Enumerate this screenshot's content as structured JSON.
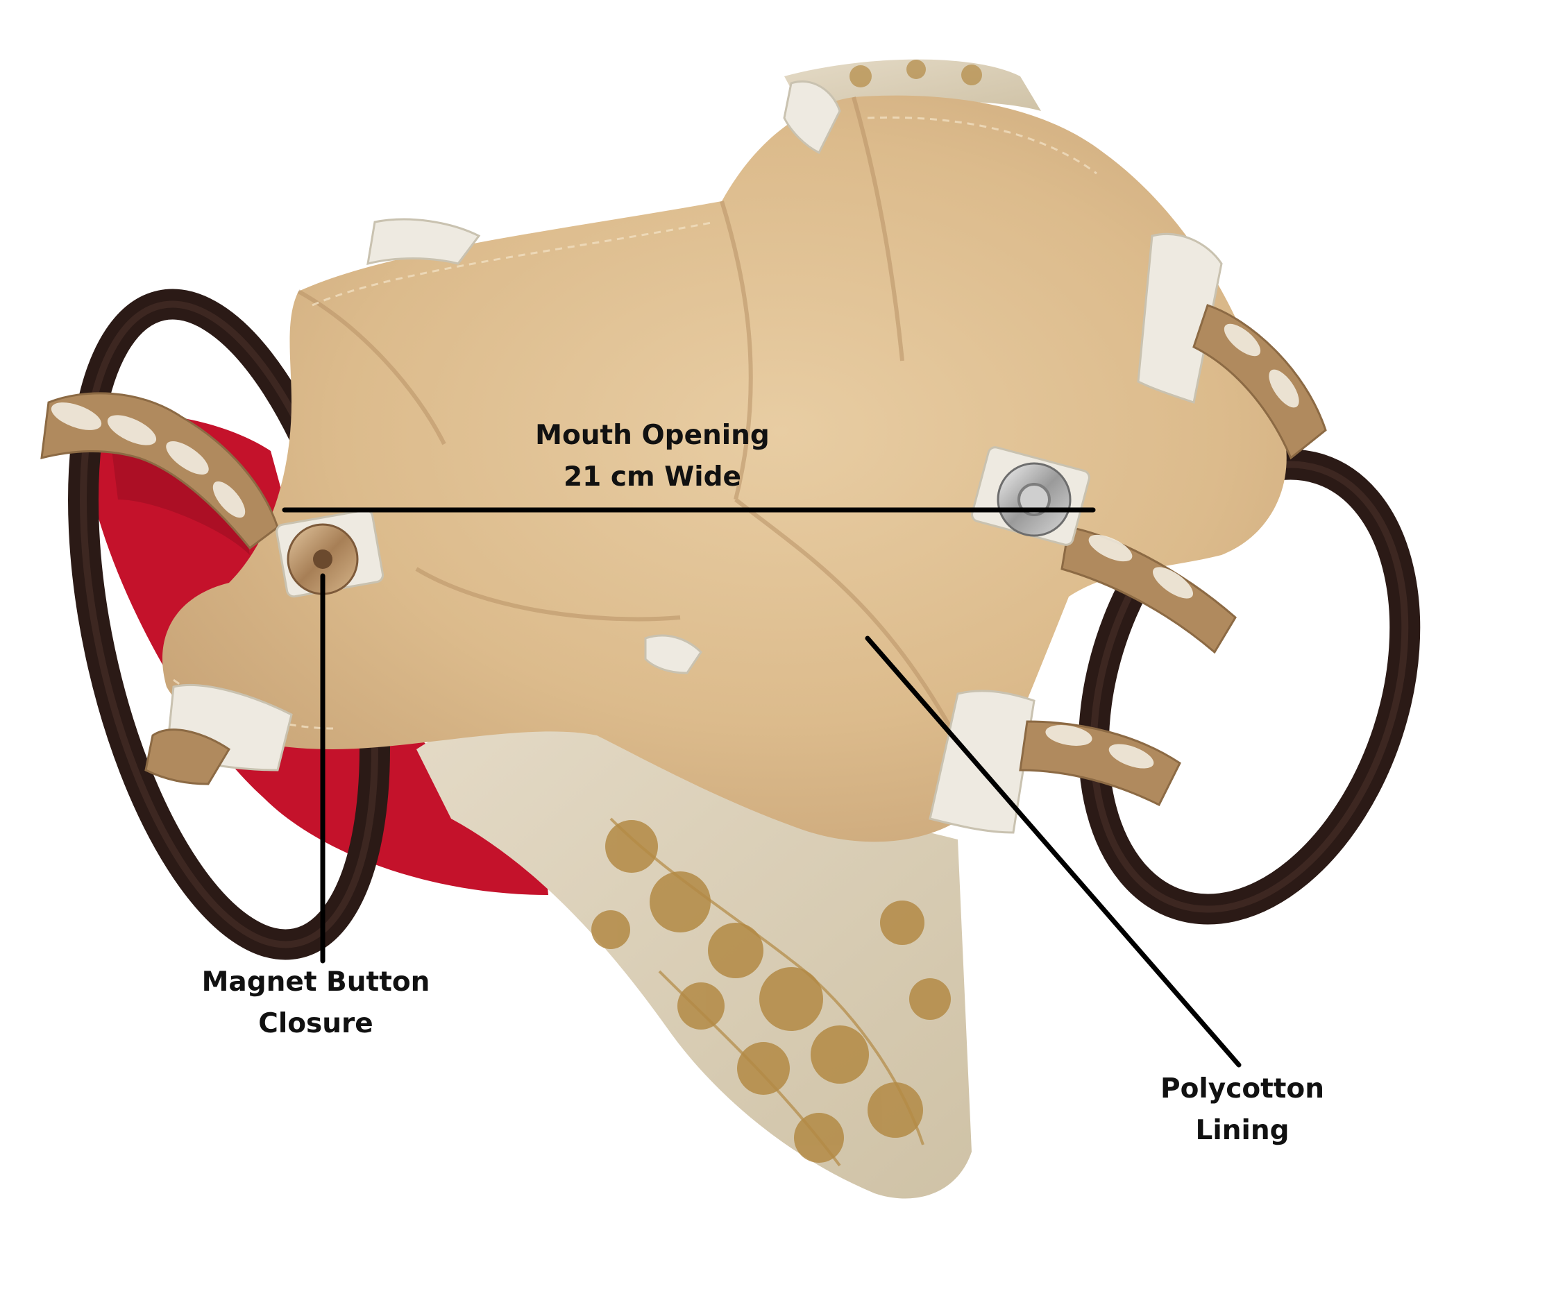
{
  "callouts": {
    "mouth_opening": {
      "line1": "Mouth Opening",
      "line2": "21 cm Wide"
    },
    "magnet_button": {
      "line1": "Magnet Button",
      "line2": "Closure"
    },
    "lining": {
      "line1": "Polycotton",
      "line2": "Lining"
    }
  },
  "colors": {
    "background": "#ffffff",
    "label_text": "#111111",
    "leader_line": "#000000",
    "lining": "#e2c59a",
    "jute_rope": "#b08a5e",
    "handle_wood": "#2b1a16",
    "pattern_gold": "#b38a45",
    "red_fabric": "#c4122b"
  }
}
